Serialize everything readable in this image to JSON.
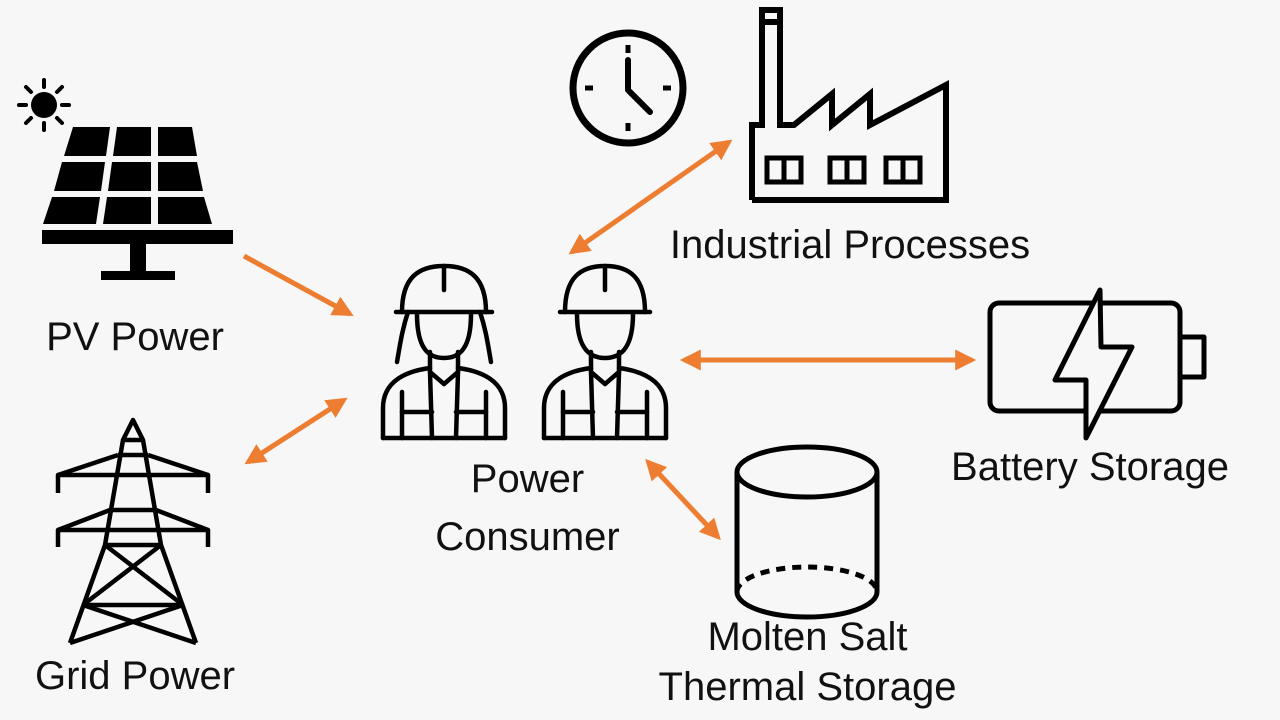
{
  "colors": {
    "background": "#f7f7f7",
    "icon": "#000000",
    "arrow": "#ed7d31",
    "text": "#111111"
  },
  "nodes": {
    "pv": {
      "label": "PV Power",
      "icon": "solar-panel-icon"
    },
    "grid": {
      "label": "Grid Power",
      "icon": "transmission-tower-icon"
    },
    "consumer": {
      "label_line1": "Power",
      "label_line2": "Consumer",
      "icon": "workers-icon"
    },
    "industrial": {
      "label": "Industrial Processes",
      "icon": "factory-icon"
    },
    "clock": {
      "icon": "clock-icon"
    },
    "battery": {
      "label": "Battery Storage",
      "icon": "battery-icon"
    },
    "thermal": {
      "label_line1": "Molten Salt",
      "label_line2": "Thermal Storage",
      "icon": "tank-icon"
    }
  },
  "edges": [
    {
      "from": "pv",
      "to": "consumer",
      "direction": "one-way"
    },
    {
      "from": "grid",
      "to": "consumer",
      "direction": "two-way"
    },
    {
      "from": "consumer",
      "to": "industrial",
      "direction": "two-way"
    },
    {
      "from": "consumer",
      "to": "battery",
      "direction": "two-way"
    },
    {
      "from": "consumer",
      "to": "thermal",
      "direction": "two-way"
    }
  ]
}
